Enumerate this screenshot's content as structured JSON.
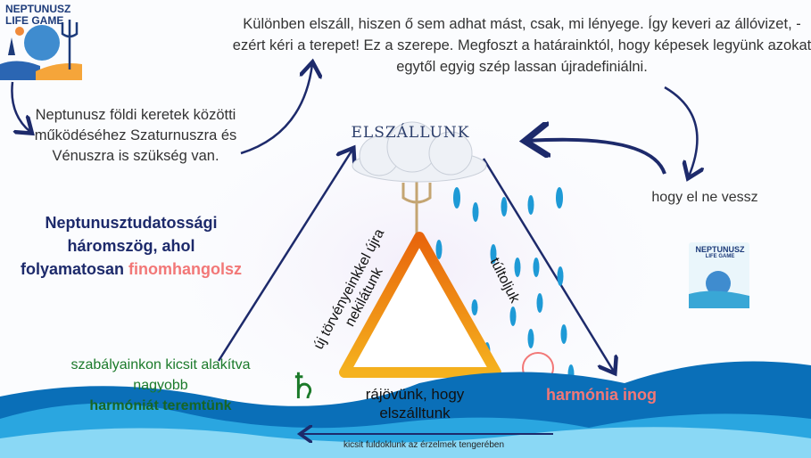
{
  "logo": {
    "line1": "NEPTUNUSZ",
    "line2": "LIFE GAME"
  },
  "logo_small": {
    "line1": "NEPTUNUSZ",
    "line2": "LIFE GAME"
  },
  "top_text": "Különben elszáll, hiszen ő sem adhat mást, csak, mi lényege. Így keveri az állóvizet, -ezért kéri a terepet! Ez a szerepe. Megfoszt a határainktól, hogy képesek legyünk azokat egytől egyig szép lassan újradefiniálni.",
  "left_note": "Neptunusz földi keretek közötti működéséhez Szaturnuszra és Vénuszra is szükség van.",
  "lost_note": "hogy el ne vessz",
  "title": {
    "part1": "Neptunusztudatossági háromszög, ahol folyamatosan",
    "highlight": "finomhangolsz"
  },
  "cloud_label": "ELSZÁLLUNK",
  "left_side_label": "új törvényeinkkel újra nekilátunk",
  "right_side_label": "túltoljuk",
  "bottom_label": "rájövünk, hogy elszálltunk",
  "saturn_note": {
    "text": "szabályainkon kicsit alakítva nagyobb",
    "bold": "harmóniát teremtünk"
  },
  "venus_note": "harmónia inog",
  "sea_caption": "kicsit fuldoklunk az érzelmek tengerében",
  "colors": {
    "navy": "#1d2a6b",
    "pink": "#f27777",
    "green": "#1b7a2a",
    "orange": "#f08a1c"
  }
}
